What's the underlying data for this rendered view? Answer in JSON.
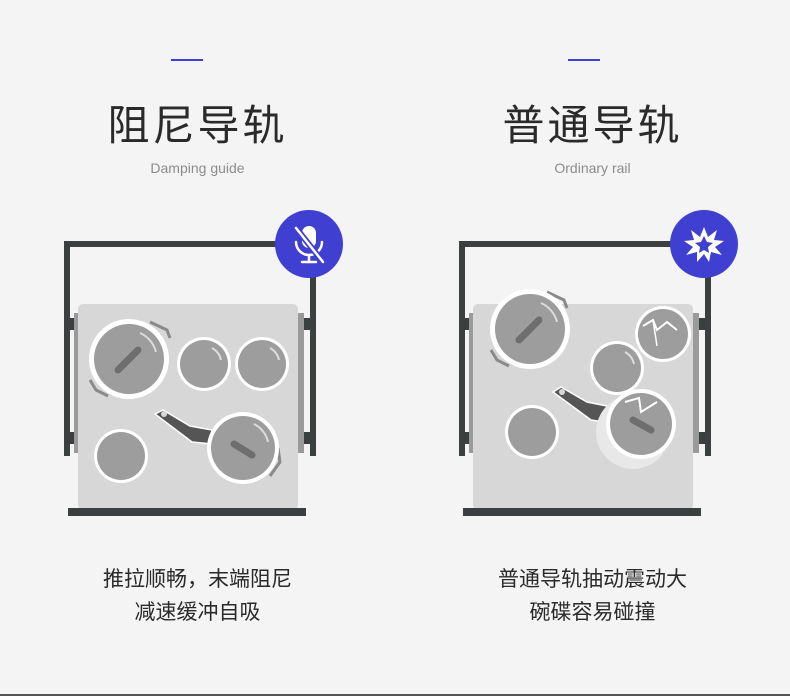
{
  "panels": [
    {
      "id": "damping",
      "title": "阻尼导轨",
      "subtitle": "Damping guide",
      "badge_icon": "muted-microphone-icon",
      "description_lines": [
        "推拉顺畅，末端阻尼",
        "减速缓冲自吸"
      ]
    },
    {
      "id": "ordinary",
      "title": "普通导轨",
      "subtitle": "Ordinary rail",
      "badge_icon": "crash-burst-icon",
      "description_lines": [
        "普通导轨抽动震动大",
        "碗碟容易碰撞"
      ]
    }
  ],
  "colors": {
    "accent": "#3f3fd1",
    "frame": "#3b3f3f",
    "drawer": "#d7d7d7",
    "dish": "#9d9d9d",
    "dish_rim": "#ffffff",
    "page_background": "#f3f4f3"
  }
}
